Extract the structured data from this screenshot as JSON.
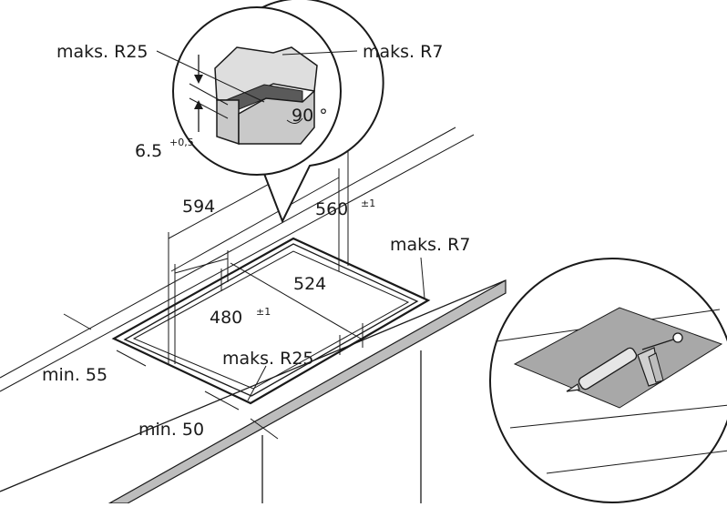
{
  "labels": {
    "inset_radius_large": "maks. R25",
    "inset_radius_small": "maks. R7",
    "inset_angle": "90 °",
    "inset_depth": "6.5",
    "inset_depth_tolerance": "+0,5",
    "width_outer": "594",
    "depth_cutout": "560",
    "depth_cutout_tolerance": "±1",
    "corner_radius_right": "maks. R7",
    "width_cutout": "524",
    "depth_inner": "480",
    "depth_inner_tolerance": "±1",
    "min_side": "min. 55",
    "corner_radius_front": "maks. R25",
    "min_front": "min. 50"
  },
  "colors": {
    "line": "#1a1a1a",
    "worktop_edge": "#bdbdbd",
    "mat": "#a8a8a8",
    "inset_block": "#c9c9c9",
    "inset_dark": "#5a5a5a"
  },
  "icons": {
    "sealant_gun": "sealant-gun-icon"
  }
}
